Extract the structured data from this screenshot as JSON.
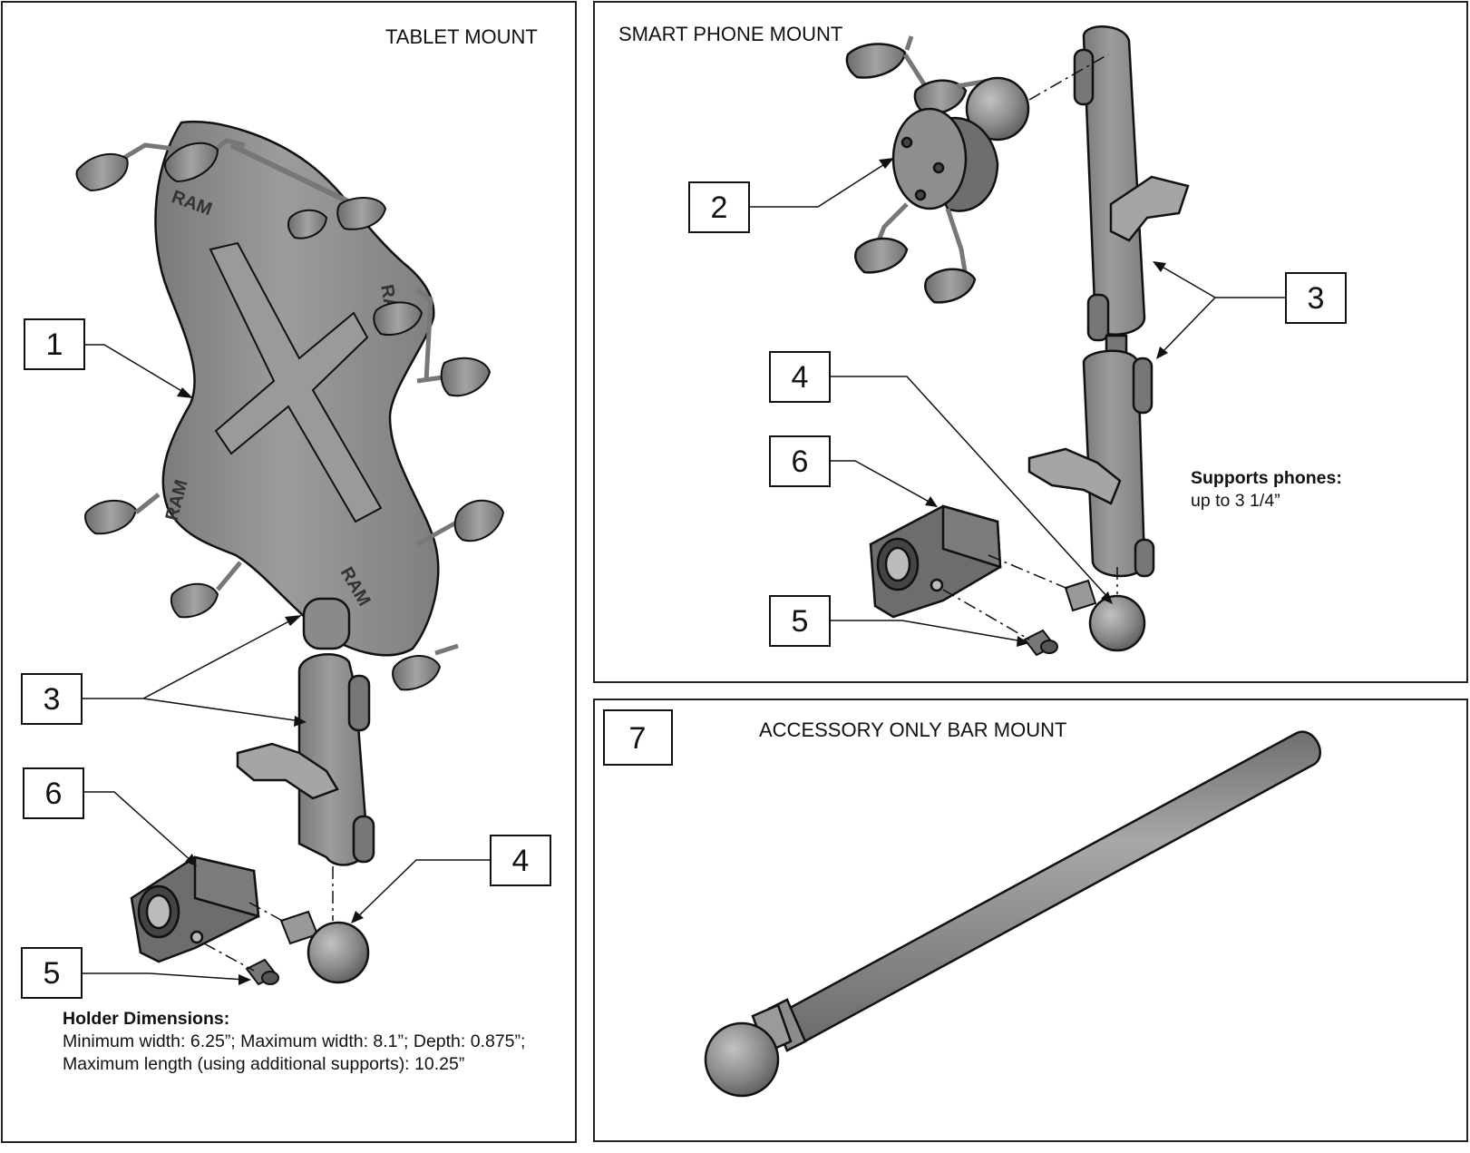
{
  "panels": {
    "tablet": {
      "title": "TABLET MOUNT",
      "callouts": [
        "1",
        "3",
        "6",
        "5",
        "4"
      ],
      "note": {
        "heading": "Holder Dimensions:",
        "line1": "Minimum width: 6.25”; Maximum width: 8.1”; Depth: 0.875”;",
        "line2": "Maximum length (using additional supports): 10.25”"
      }
    },
    "phone": {
      "title": "SMART PHONE MOUNT",
      "callouts": [
        "2",
        "3",
        "4",
        "6",
        "5"
      ],
      "note": {
        "heading": "Supports phones:",
        "line1": "up to 3 1/4”"
      }
    },
    "bar": {
      "title": "ACCESSORY ONLY BAR MOUNT",
      "callout": "7"
    }
  },
  "colors": {
    "line": "#111111",
    "part_fill": "#8f8f8f",
    "part_dark": "#6a6a6a",
    "part_light": "#b5b5b5",
    "panel_border": "#222222"
  }
}
